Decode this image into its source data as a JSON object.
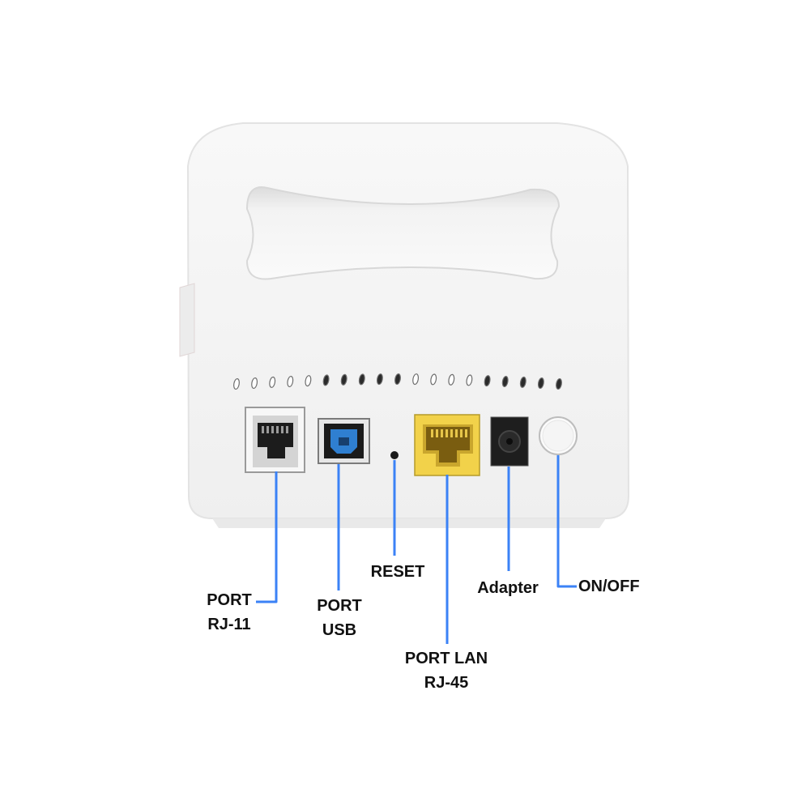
{
  "colors": {
    "leader_line": "#3b82f6",
    "body": "#f4f4f4",
    "body_edge": "#e2e2e2",
    "lan_port": "#f2d24a",
    "usb_port": "#2f7fd1"
  },
  "ports": [
    {
      "id": "rj11",
      "label_lines": [
        "PORT",
        "RJ-11"
      ]
    },
    {
      "id": "usb",
      "label_lines": [
        "PORT",
        "USB"
      ]
    },
    {
      "id": "reset",
      "label_lines": [
        "RESET"
      ]
    },
    {
      "id": "lan",
      "label_lines": [
        "PORT LAN",
        "RJ-45"
      ]
    },
    {
      "id": "adapter",
      "label_lines": [
        "Adapter"
      ]
    },
    {
      "id": "power",
      "label_lines": [
        "ON/OFF"
      ]
    }
  ]
}
